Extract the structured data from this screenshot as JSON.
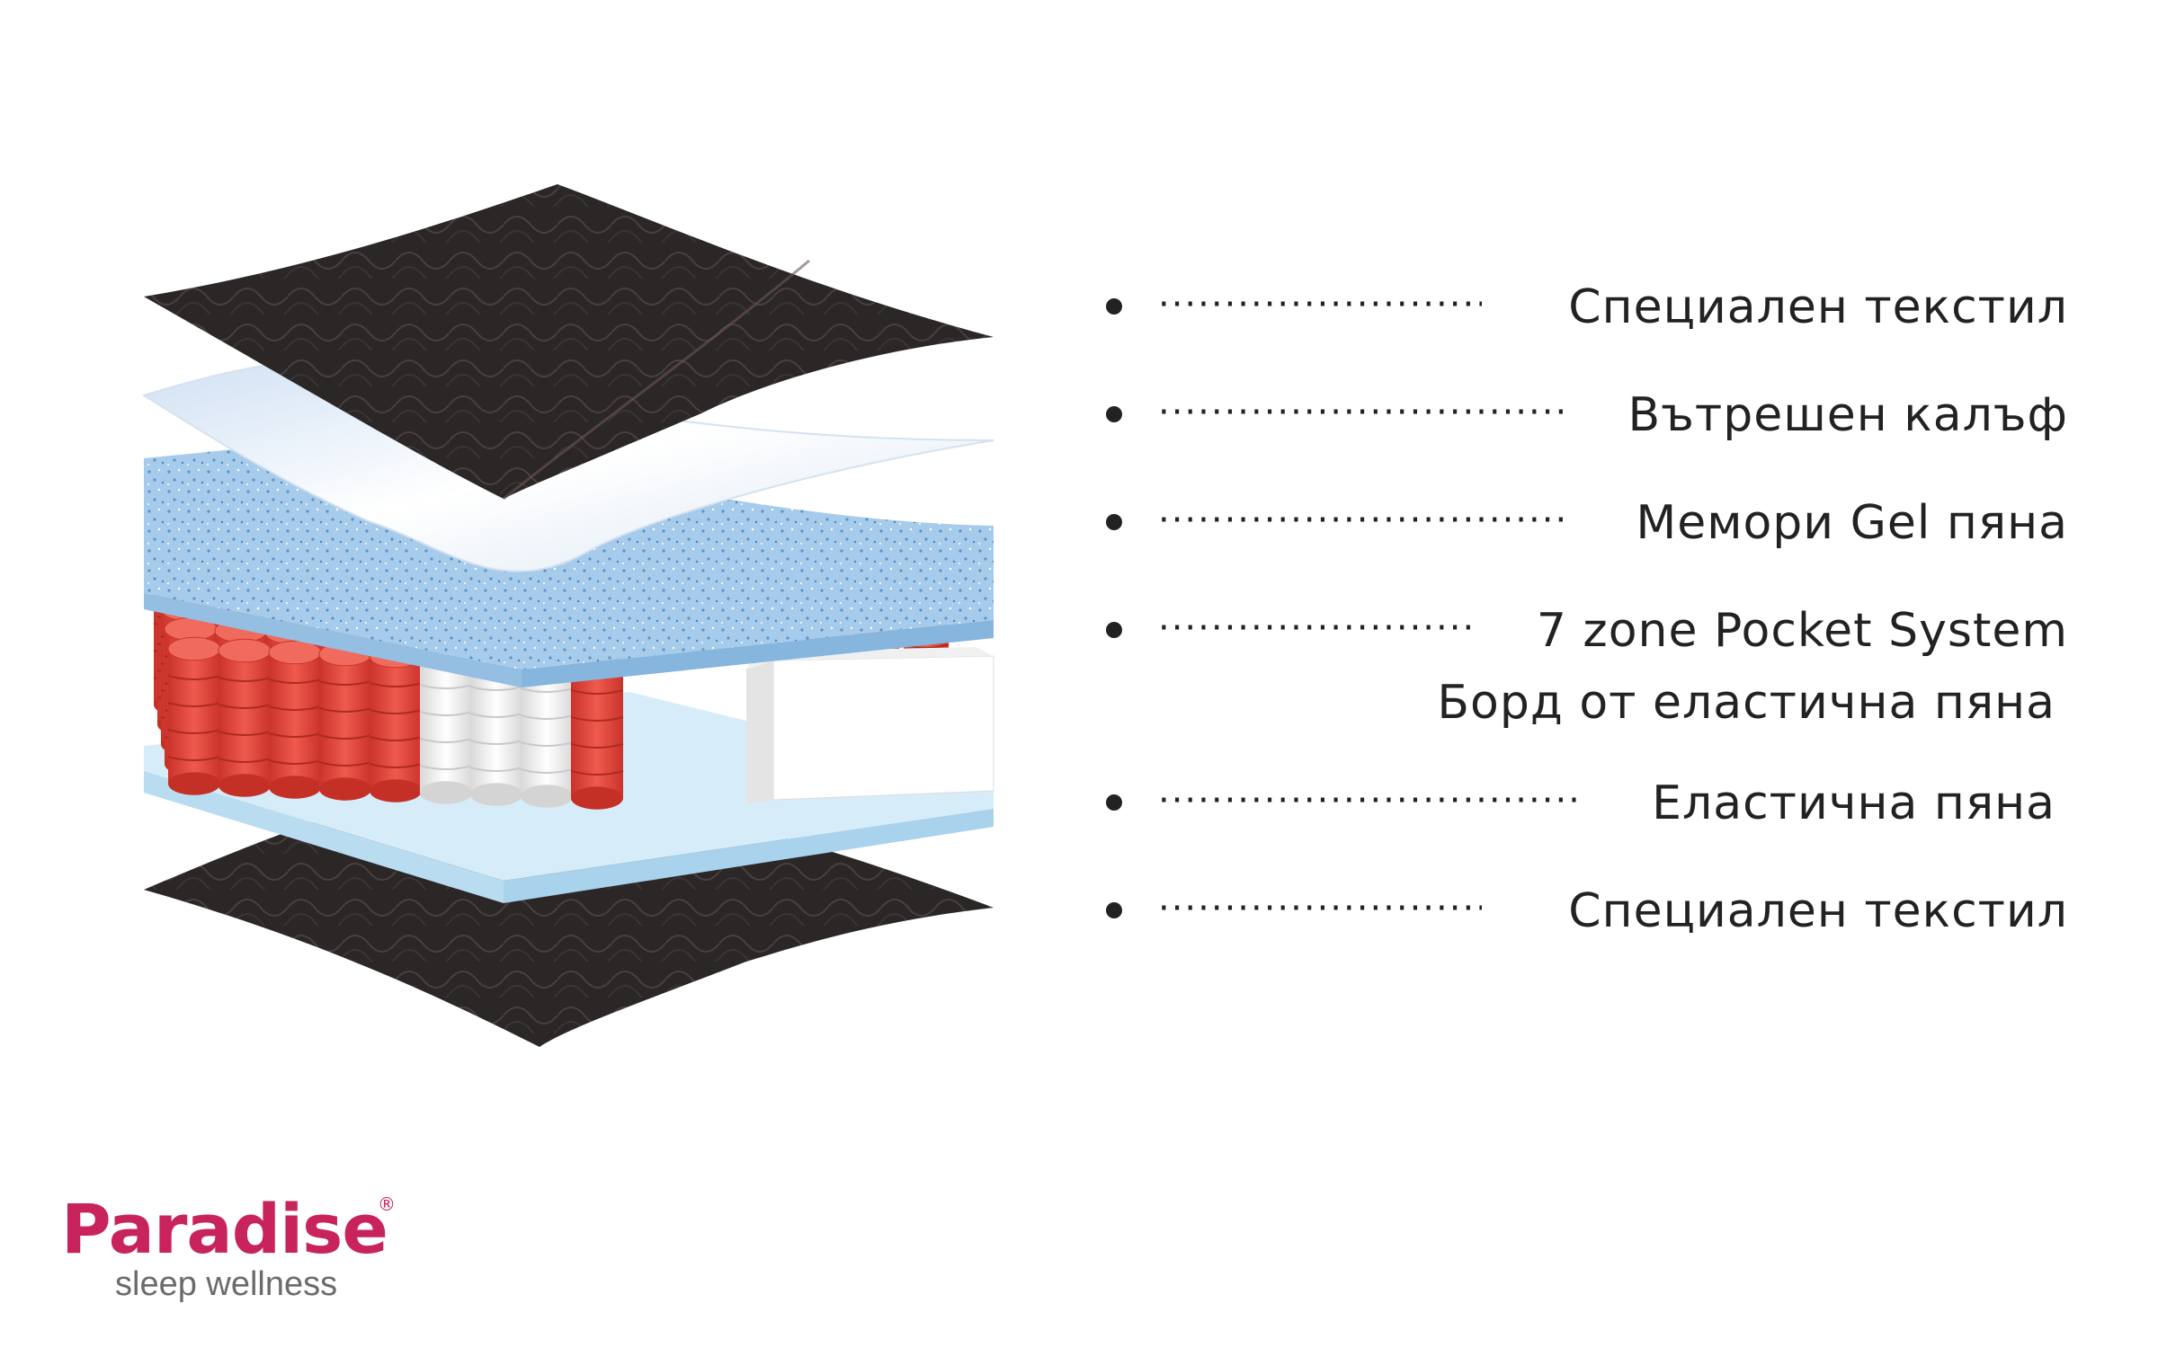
{
  "layers": [
    {
      "label": "Специален текстил"
    },
    {
      "label": "Вътрешен калъф"
    },
    {
      "label": "Мемори Gel пяна"
    },
    {
      "label": "7 zone Pocket System",
      "sublabel": "Борд от еластична пяна"
    },
    {
      "label": "Еластична пяна"
    },
    {
      "label": "Специален текстил"
    }
  ],
  "leader_dots": "·····································",
  "brand": {
    "name": "Paradise",
    "registered": "®",
    "tagline": "sleep wellness"
  },
  "colors": {
    "fabric": "#2b2727",
    "cover": "#eef3fa",
    "memory_foam": "#9ec5e6",
    "red_springs": "#e0463b",
    "white_springs": "#f4f4f4",
    "elastic_foam": "#d6ecf8",
    "brand": "#c8235c"
  }
}
